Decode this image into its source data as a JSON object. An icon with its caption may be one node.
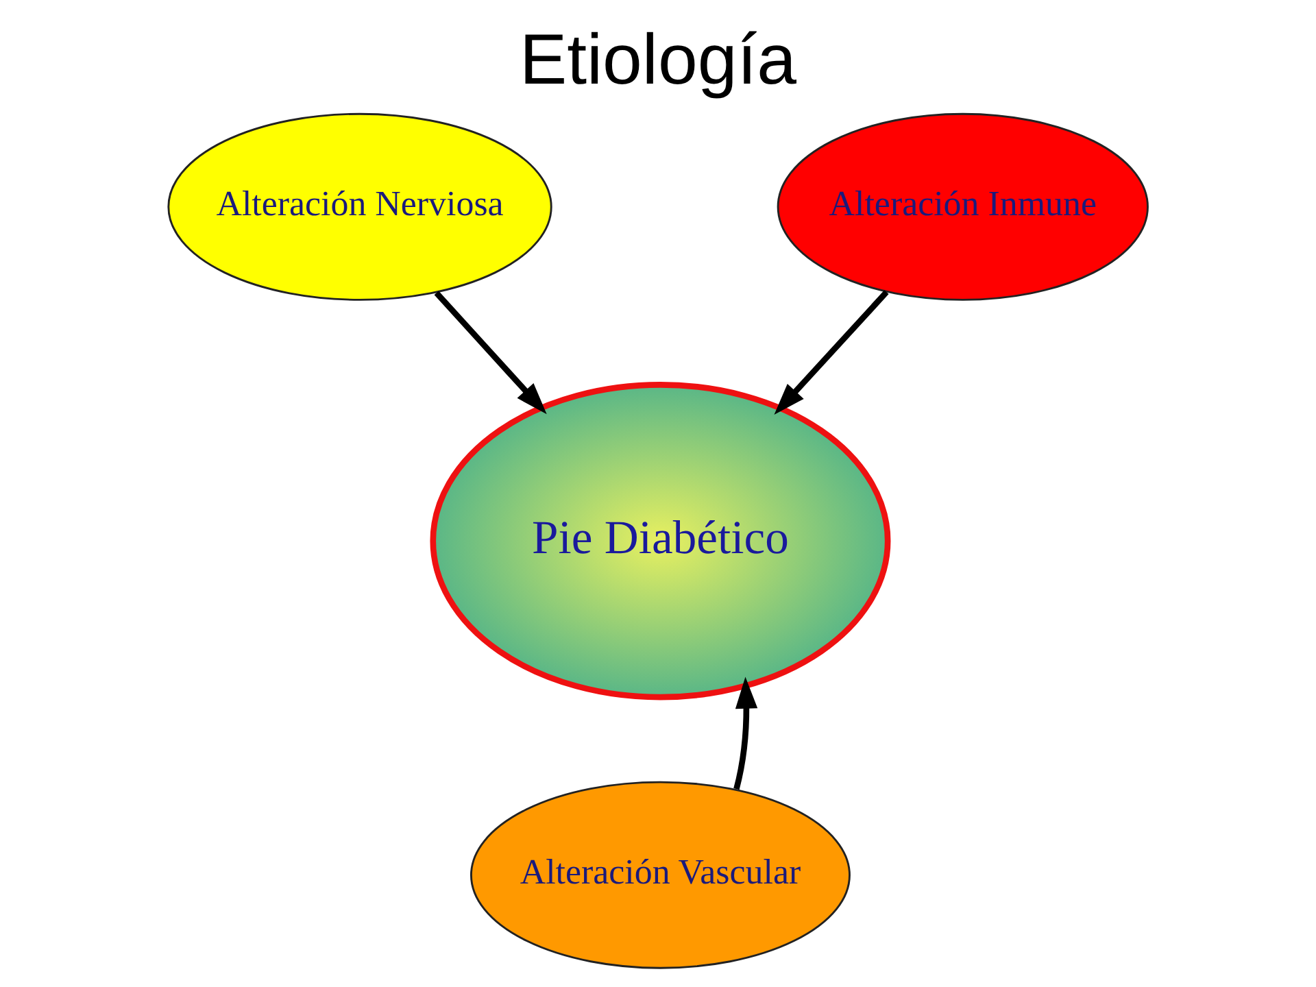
{
  "diagram": {
    "title": "Etiología",
    "nodes": [
      {
        "text": [
          "Pie Diabético"
        ]
      },
      {
        "text": [
          "Alteración Nerviosa"
        ]
      },
      {
        "text": [
          "Alteración Inmune"
        ]
      },
      {
        "text": [
          "Alteración Vascular"
        ]
      }
    ],
    "edges": [
      {
        "from": 1,
        "to": 0,
        "arrow": "to"
      },
      {
        "from": 2,
        "to": 0,
        "arrow": "to"
      },
      {
        "from": 3,
        "to": 0,
        "arrow": "to"
      }
    ]
  }
}
